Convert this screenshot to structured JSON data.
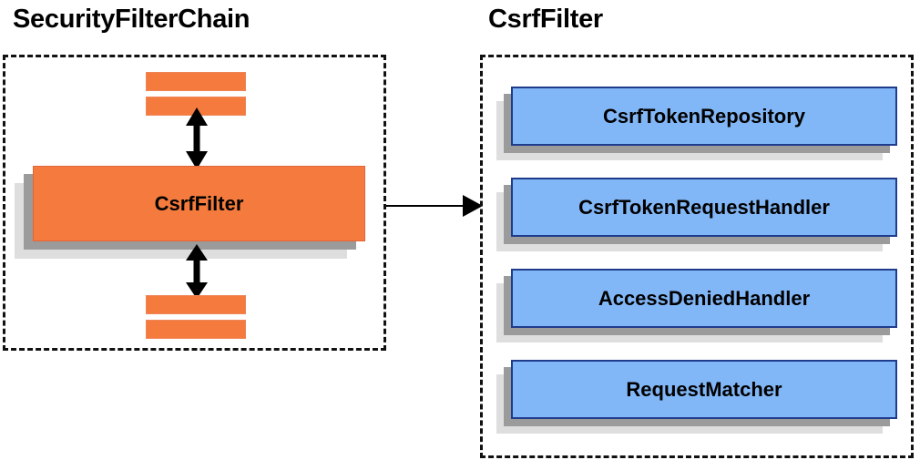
{
  "diagram": {
    "title_left": "SecurityFilterChain",
    "title_right": "CsrfFilter",
    "colors": {
      "orange_fill": "#F47B3D",
      "blue_fill": "#82B7F7",
      "blue_border": "#1F3C8C",
      "shadow_near": "#9B9B9B",
      "shadow_far": "#DEDEDE",
      "panel_border": "#111111",
      "arrow": "#000000"
    }
  },
  "left_panel": {
    "title": "SecurityFilterChain",
    "filter_box_label": "CsrfFilter",
    "stub_filters_top": [
      "filter-stub-top-1",
      "filter-stub-top-2"
    ],
    "stub_filters_bottom": [
      "filter-stub-bottom-1",
      "filter-stub-bottom-2"
    ],
    "arrows": [
      "double-headed-arrow-top",
      "double-headed-arrow-bottom"
    ]
  },
  "right_panel": {
    "title": "CsrfFilter",
    "collaborators": [
      {
        "label": "CsrfTokenRepository"
      },
      {
        "label": "CsrfTokenRequestHandler"
      },
      {
        "label": "AccessDeniedHandler"
      },
      {
        "label": "RequestMatcher"
      }
    ]
  },
  "connector": {
    "name": "csrffilter-to-detail-arrow",
    "direction": "left-to-right"
  }
}
